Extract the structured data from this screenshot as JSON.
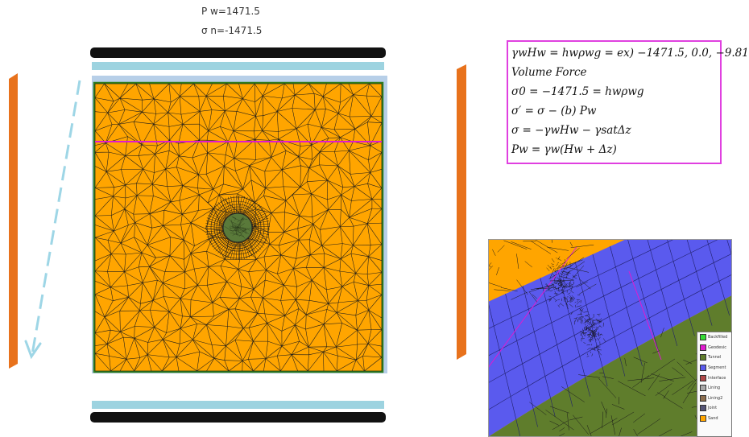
{
  "top_labels": {
    "pw": "P w=1471.5",
    "sigma_n": "σ n=-1471.5"
  },
  "equations": [
    "γwHw = hwρwg = ex) −1471.5,  0.0,  −9.81",
    "Volume  Force",
    "σ0 = −1471.5 = hwρwg",
    "σ′ = σ − (b) Pw",
    "σ = −γwHw − γsatΔz",
    "Pw = γw(Hw + Δz)"
  ],
  "legend": [
    {
      "label": "Backfilled",
      "color": "#33dd33"
    },
    {
      "label": "Geodesic",
      "color": "#e01ad0"
    },
    {
      "label": "Tunnel",
      "color": "#5f7d2c"
    },
    {
      "label": "Segment",
      "color": "#5a5aee"
    },
    {
      "label": "Interface",
      "color": "#b04848"
    },
    {
      "label": "Lining",
      "color": "#a8a8a8"
    },
    {
      "label": "Lining2",
      "color": "#8c6e4e"
    },
    {
      "label": "Joint",
      "color": "#555577"
    },
    {
      "label": "Sand",
      "color": "#ffa500"
    }
  ],
  "colors": {
    "soil_orange": "#ffa500",
    "mesh_line": "#1a1a1a",
    "boundary_green": "#2f7d1e",
    "water_table": "#e01ad0",
    "plate_black": "#111111",
    "plate_blue": "#9dd3e0",
    "side_bar_orange": "#e8721c",
    "arrow_blue": "#9ed6e6",
    "tunnel_green": "#5f7d2c",
    "segment_blue": "#5a5aee"
  }
}
